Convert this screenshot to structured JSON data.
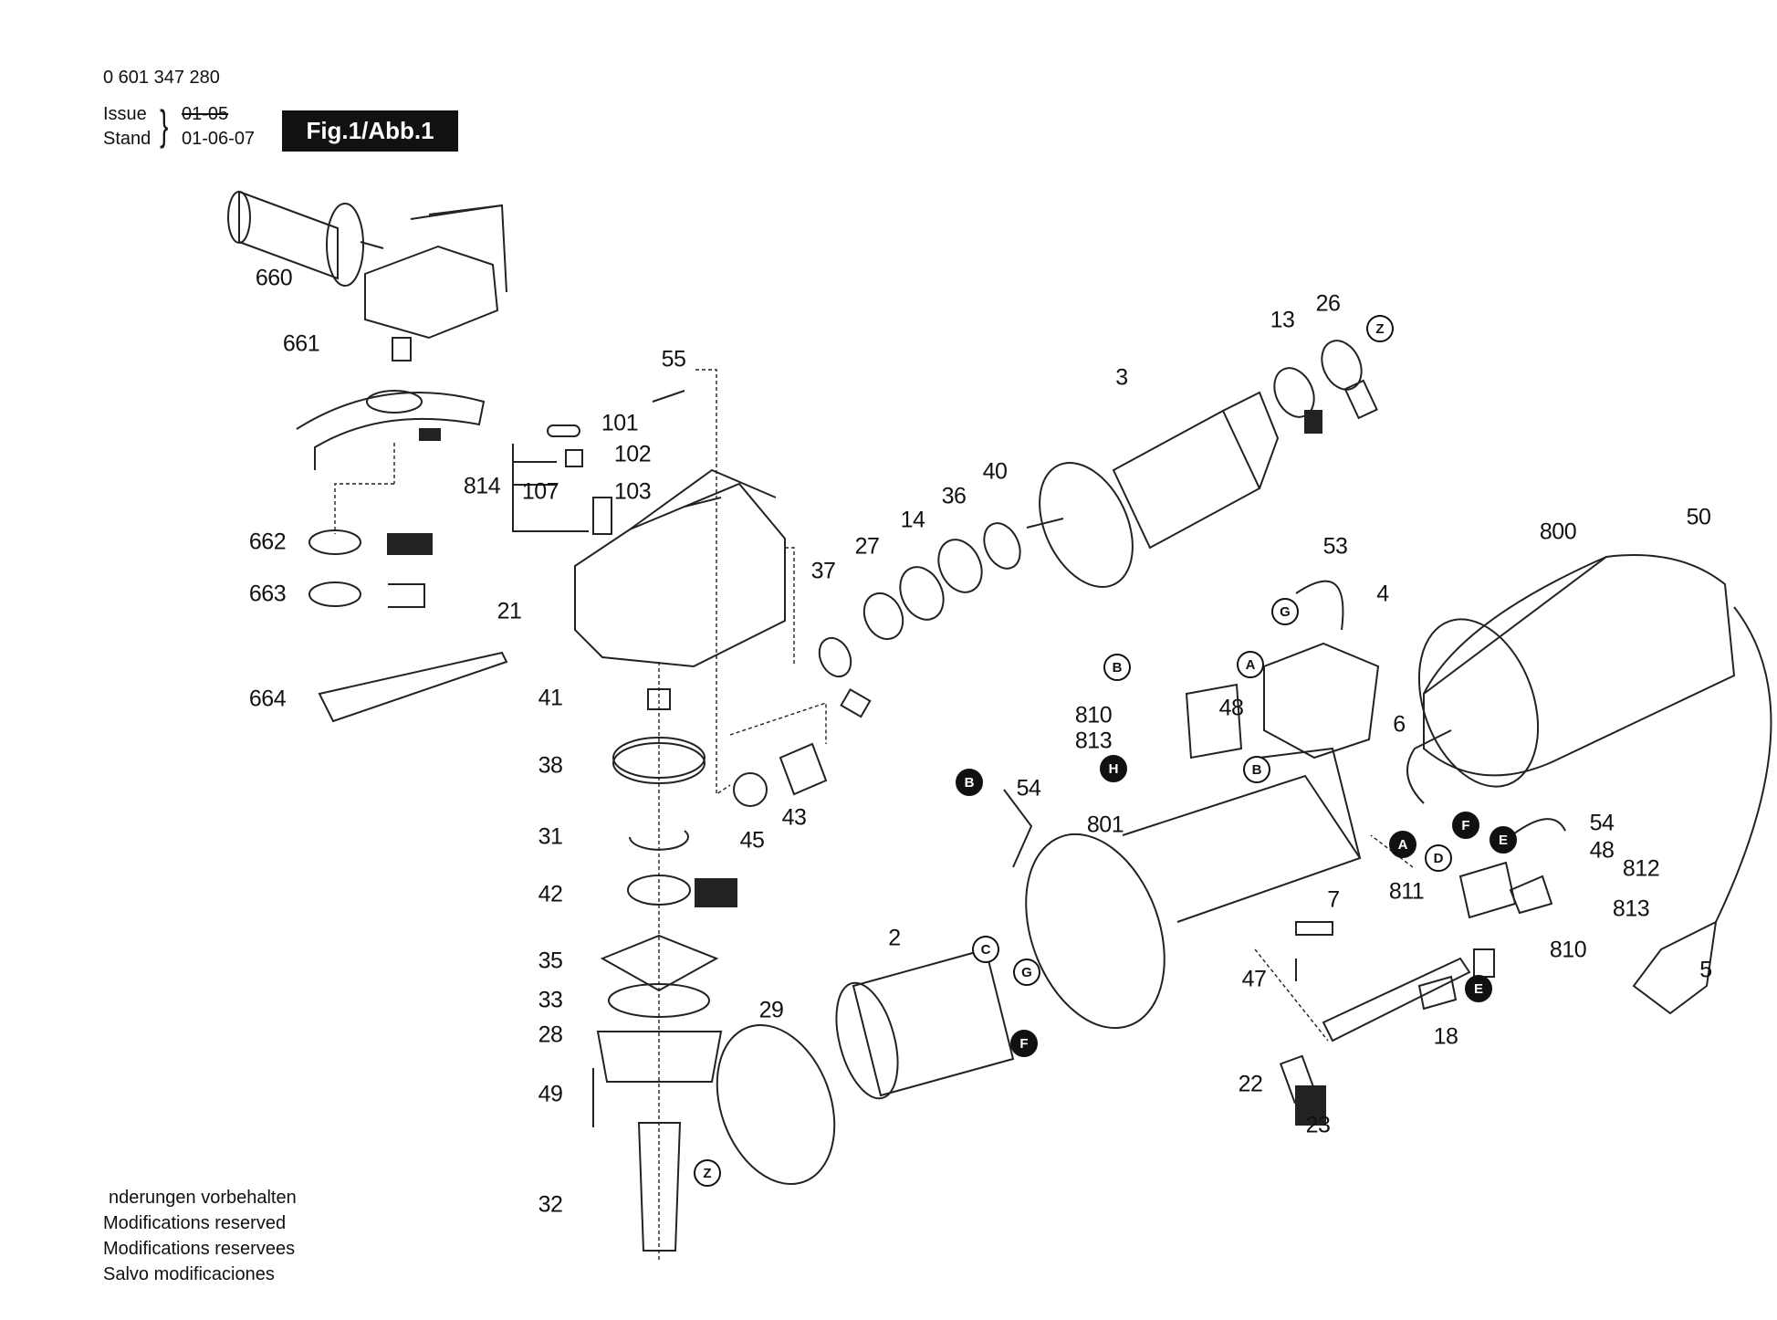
{
  "header": {
    "part_number": "0 601 347 280",
    "issue_label": "Issue",
    "stand_label": "Stand",
    "old_date": "01-05",
    "current_date": "01-06-07",
    "figure_title": "Fig.1/Abb.1"
  },
  "footer": {
    "lines": [
      "nderungen vorbehalten",
      "Modifications reserved",
      "Modifications reservees",
      "Salvo modificaciones"
    ]
  },
  "parts": [
    {
      "id": "660"
    },
    {
      "id": "661"
    },
    {
      "id": "55"
    },
    {
      "id": "101"
    },
    {
      "id": "102"
    },
    {
      "id": "814"
    },
    {
      "id": "107"
    },
    {
      "id": "103"
    },
    {
      "id": "662"
    },
    {
      "id": "663"
    },
    {
      "id": "21"
    },
    {
      "id": "664"
    },
    {
      "id": "41"
    },
    {
      "id": "38"
    },
    {
      "id": "31"
    },
    {
      "id": "42"
    },
    {
      "id": "35"
    },
    {
      "id": "33"
    },
    {
      "id": "28"
    },
    {
      "id": "49"
    },
    {
      "id": "32"
    },
    {
      "id": "45"
    },
    {
      "id": "43"
    },
    {
      "id": "37"
    },
    {
      "id": "27"
    },
    {
      "id": "14"
    },
    {
      "id": "36"
    },
    {
      "id": "40"
    },
    {
      "id": "3"
    },
    {
      "id": "13"
    },
    {
      "id": "26"
    },
    {
      "id": "53"
    },
    {
      "id": "4"
    },
    {
      "id": "800"
    },
    {
      "id": "50"
    },
    {
      "id": "810"
    },
    {
      "id": "48"
    },
    {
      "id": "813"
    },
    {
      "id": "6"
    },
    {
      "id": "54"
    },
    {
      "id": "801"
    },
    {
      "id": "54"
    },
    {
      "id": "48"
    },
    {
      "id": "812"
    },
    {
      "id": "811"
    },
    {
      "id": "813"
    },
    {
      "id": "7"
    },
    {
      "id": "810"
    },
    {
      "id": "5"
    },
    {
      "id": "2"
    },
    {
      "id": "29"
    },
    {
      "id": "47"
    },
    {
      "id": "18"
    },
    {
      "id": "22"
    },
    {
      "id": "23"
    }
  ],
  "connectors": [
    "A",
    "B",
    "C",
    "D",
    "E",
    "F",
    "G",
    "H",
    "Z"
  ]
}
